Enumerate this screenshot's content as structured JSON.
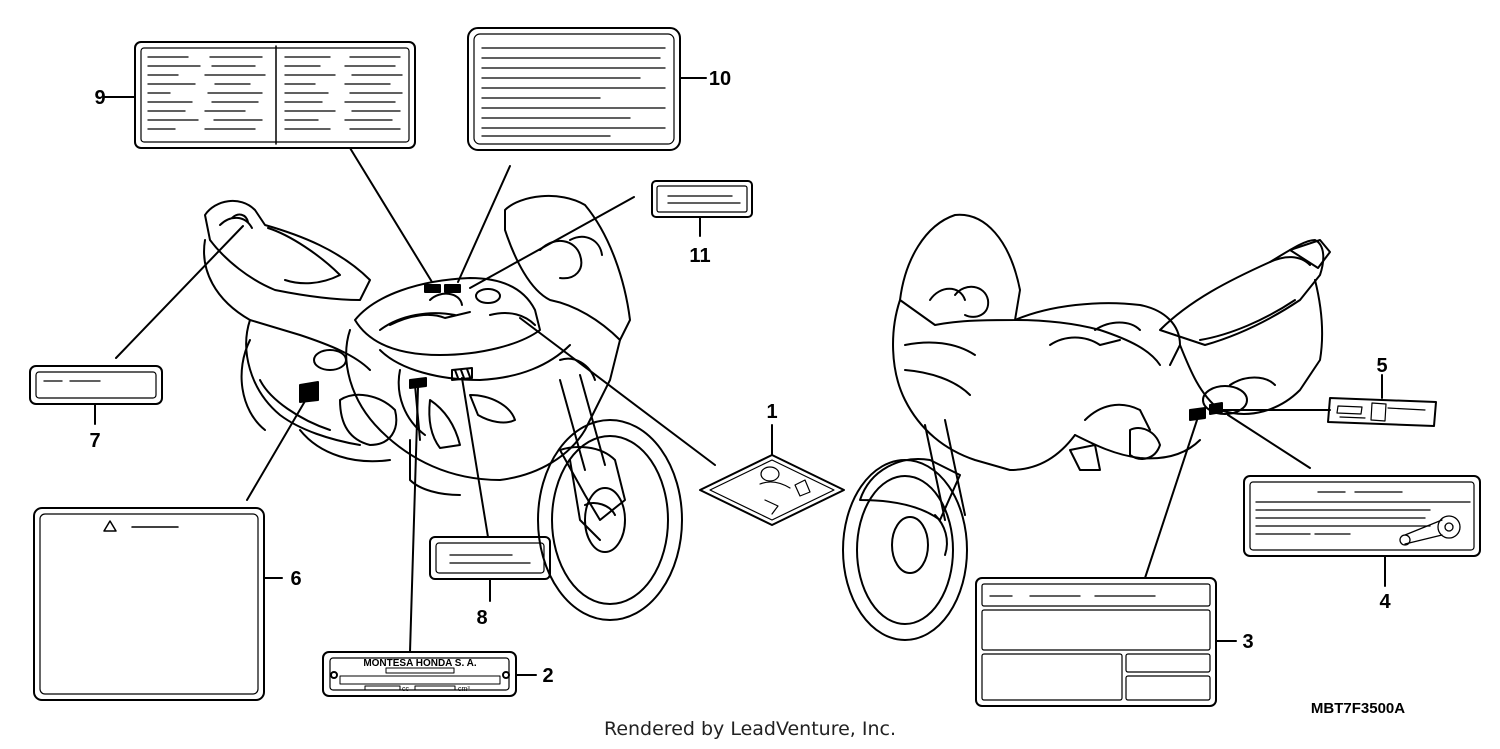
{
  "diagram": {
    "code": "MBT7F3500A",
    "callouts": [
      "1",
      "2",
      "3",
      "4",
      "5",
      "6",
      "7",
      "8",
      "9",
      "10",
      "11"
    ],
    "plate_brand": "MONTESA HONDA S. A.",
    "plate_units": [
      "cc",
      "cm³"
    ]
  },
  "footer": {
    "credit": "Rendered by LeadVenture, Inc."
  }
}
